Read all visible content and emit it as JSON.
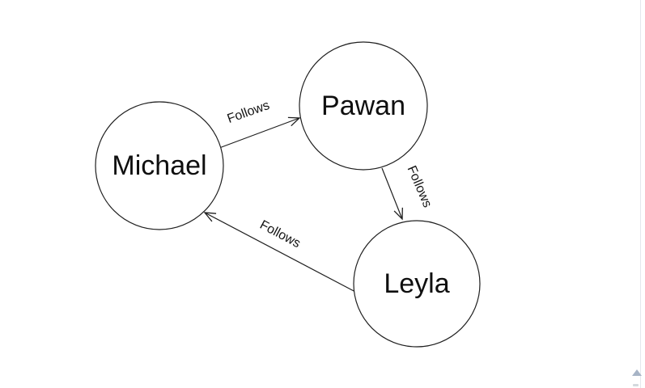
{
  "diagram": {
    "type": "graph",
    "nodes": [
      {
        "id": "michael",
        "label": "Michael"
      },
      {
        "id": "pawan",
        "label": "Pawan"
      },
      {
        "id": "leyla",
        "label": "Leyla"
      }
    ],
    "edges": [
      {
        "from": "michael",
        "to": "pawan",
        "label": "Follows"
      },
      {
        "from": "pawan",
        "to": "leyla",
        "label": "Follows"
      },
      {
        "from": "leyla",
        "to": "michael",
        "label": "Follows"
      }
    ],
    "colors": {
      "background": "#ffffff",
      "node_fill": "#ffffff",
      "stroke": "#1f1f1f",
      "text": "#111111"
    }
  },
  "scrollbar": {
    "up_arrow_icon": "triangle-up",
    "arrow_color": "#a7b4c6",
    "track_line_color": "#e4e8ec",
    "thumb_color": "#d4d9de"
  }
}
